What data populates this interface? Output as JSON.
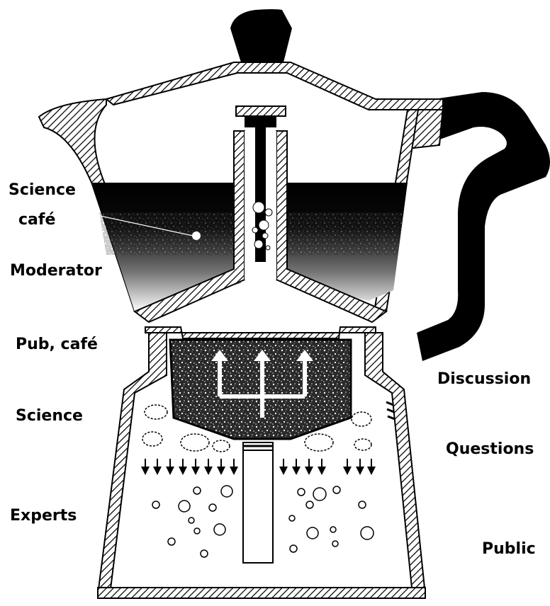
{
  "labels": {
    "science_cafe_line1": "Science",
    "science_cafe_line2": "café",
    "moderator": "Moderator",
    "pub_cafe": "Pub, café",
    "science": "Science",
    "experts": "Experts",
    "discussion": "Discussion",
    "questions": "Questions",
    "public": "Public"
  },
  "colors": {
    "ink": "#000000",
    "paper": "#ffffff",
    "coffee_speckle": "#3a3a3a"
  },
  "parts": {
    "knob": "lid-knob",
    "lid": "hinged-lid",
    "spout": "pouring-spout",
    "handle": "handle",
    "upper_chamber": "coffee-collector",
    "funnel_tube": "central-column",
    "filter": "coffee-grounds-basket",
    "boiler": "water-boiler",
    "valve": "safety-valve"
  }
}
